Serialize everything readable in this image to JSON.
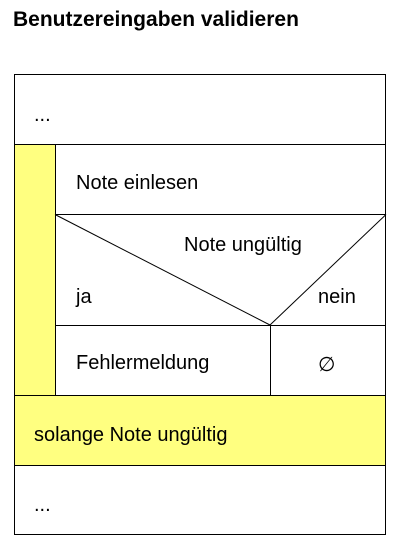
{
  "title": "Benutzereingaben validieren",
  "colors": {
    "loop_fill": "#ffff80",
    "border": "#000000",
    "background": "#ffffff"
  },
  "diagram": {
    "top_statement": "...",
    "loop": {
      "condition": "solange Note ungültig",
      "body": {
        "statement": "Note einlesen",
        "decision": {
          "condition": "Note ungültig",
          "yes_label": "ja",
          "no_label": "nein",
          "yes_action": "Fehlermeldung",
          "no_action": "∅"
        }
      }
    },
    "bottom_statement": "..."
  }
}
